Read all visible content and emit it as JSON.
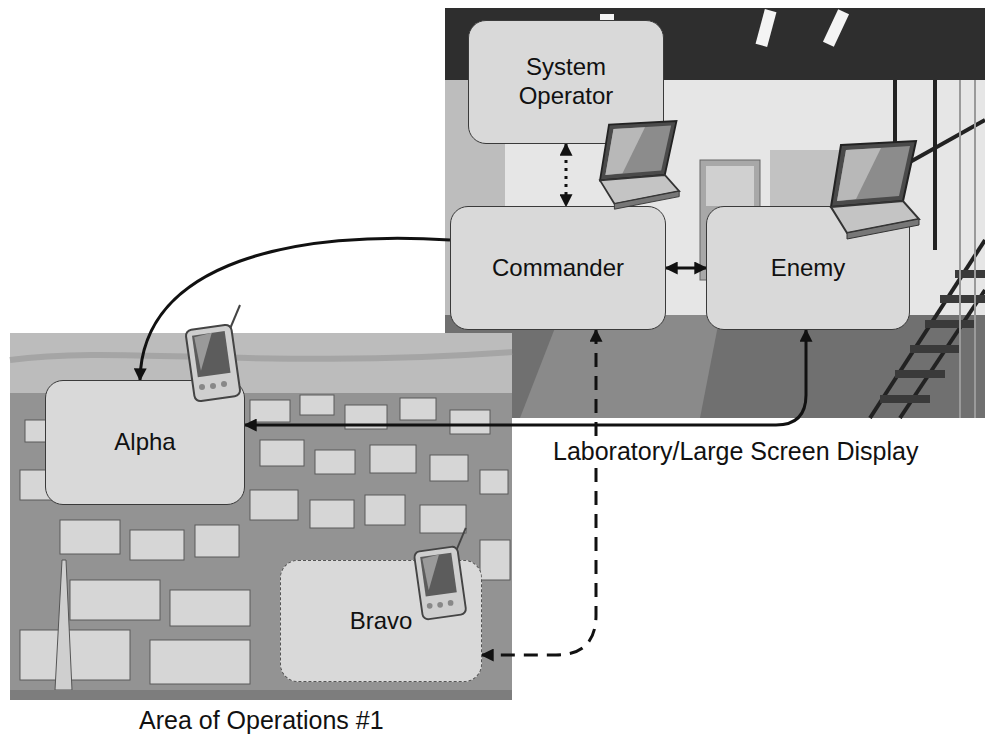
{
  "diagram": {
    "nodes": [
      {
        "text": [
          "Laboratory/Large Screen Display"
        ]
      },
      {
        "text": [
          "System Operator"
        ],
        "in": 0
      },
      {
        "text": [
          "Commander"
        ],
        "in": 0
      },
      {
        "text": [
          "Enemy"
        ],
        "in": 0
      },
      {
        "text": [
          "Area of Operations #1"
        ]
      },
      {
        "text": [
          "Alpha"
        ],
        "in": 4
      },
      {
        "text": [
          "Bravo"
        ],
        "in": 4
      }
    ],
    "edges": [
      {
        "from": 1,
        "to": 2,
        "arrow": "both"
      },
      {
        "from": 2,
        "to": 3,
        "arrow": "both"
      },
      {
        "from": 2,
        "to": 5,
        "arrow": "to"
      },
      {
        "from": 3,
        "to": 5,
        "arrow": "both"
      },
      {
        "from": 2,
        "to": 6,
        "arrow": "both"
      }
    ]
  }
}
